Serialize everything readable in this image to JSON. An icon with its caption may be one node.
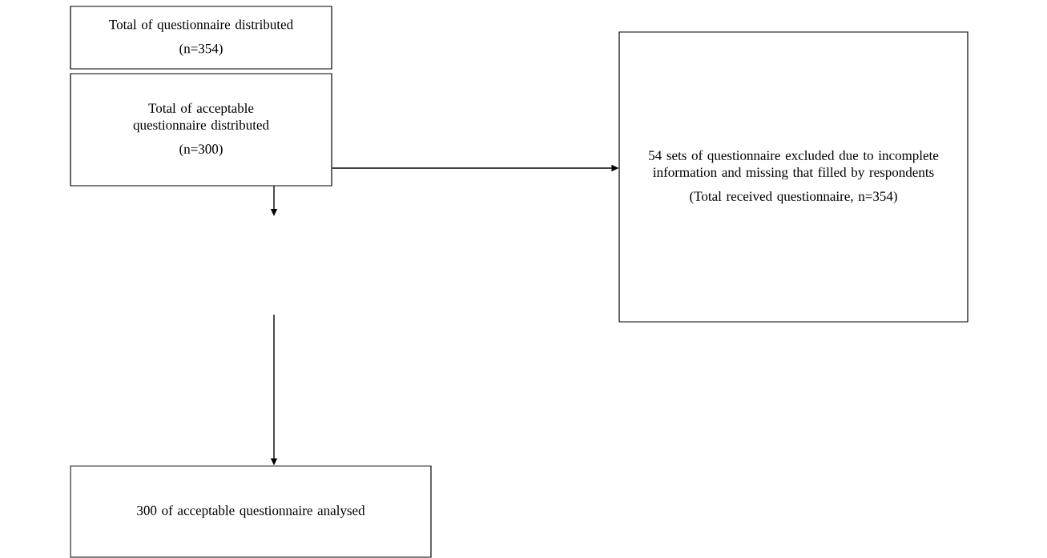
{
  "diagram": {
    "nodes": [
      {
        "text": [
          "Total of questionnaire distributed",
          "(n=354)"
        ]
      },
      {
        "text": [
          "Total of acceptable questionnaire distributed",
          "(n=300)"
        ]
      },
      {
        "text": [
          "54 sets of questionnaire excluded due to incomplete information and missing that filled by respondents",
          "(Total received questionnaire, n=354)"
        ]
      },
      {
        "text": [
          "300 of acceptable questionnaire analysed"
        ]
      }
    ],
    "edges": [
      {
        "from": 1,
        "to": 2,
        "arrow": "to"
      },
      {
        "from": 1,
        "to": null,
        "arrow": "to"
      },
      {
        "from": null,
        "to": 3,
        "arrow": "to"
      }
    ]
  }
}
